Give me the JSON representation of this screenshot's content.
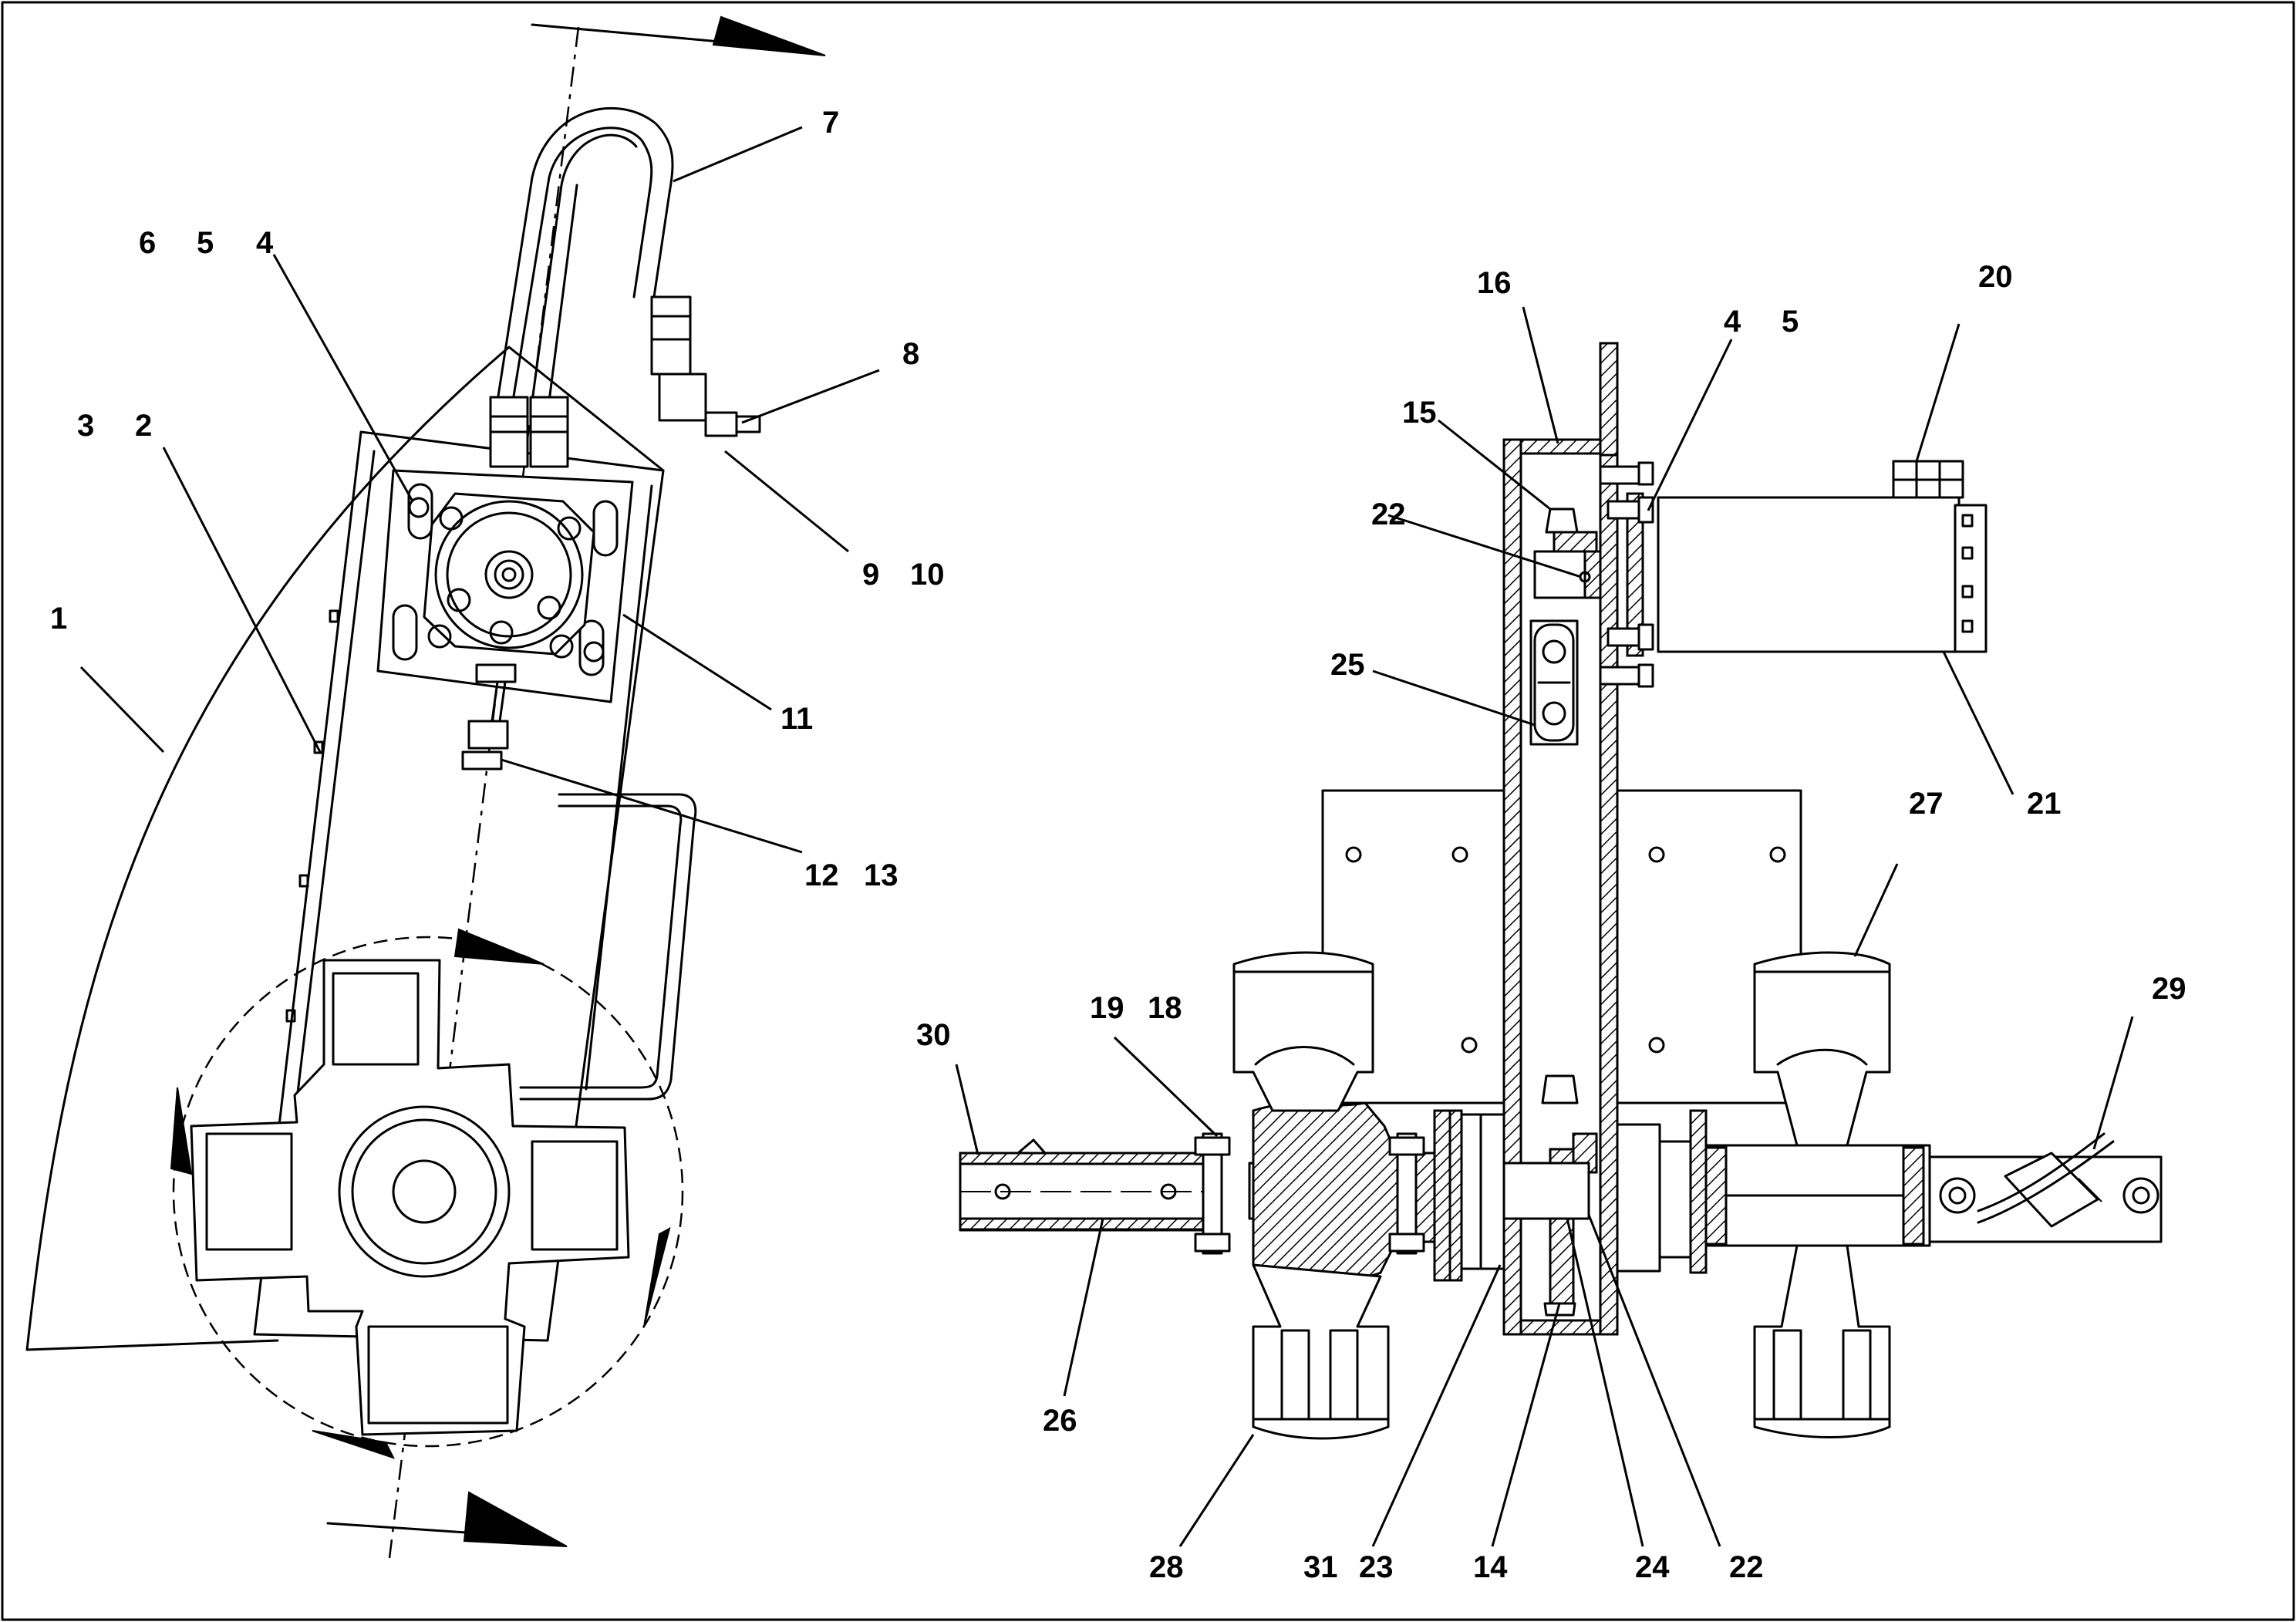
{
  "drawing": {
    "border_color": "#000000",
    "background": "#ffffff",
    "callouts": [
      {
        "id": "c1",
        "text": "1"
      },
      {
        "id": "c2",
        "text": "2"
      },
      {
        "id": "c3",
        "text": "3"
      },
      {
        "id": "c4a",
        "text": "4"
      },
      {
        "id": "c5a",
        "text": "5"
      },
      {
        "id": "c6",
        "text": "6"
      },
      {
        "id": "c7",
        "text": "7"
      },
      {
        "id": "c8",
        "text": "8"
      },
      {
        "id": "c9",
        "text": "9"
      },
      {
        "id": "c10",
        "text": "10"
      },
      {
        "id": "c11",
        "text": "11"
      },
      {
        "id": "c12",
        "text": "12"
      },
      {
        "id": "c13",
        "text": "13"
      },
      {
        "id": "c14",
        "text": "14"
      },
      {
        "id": "c15",
        "text": "15"
      },
      {
        "id": "c16",
        "text": "16"
      },
      {
        "id": "c4b",
        "text": "4"
      },
      {
        "id": "c5b",
        "text": "5"
      },
      {
        "id": "c18",
        "text": "18"
      },
      {
        "id": "c19",
        "text": "19"
      },
      {
        "id": "c20",
        "text": "20"
      },
      {
        "id": "c21",
        "text": "21"
      },
      {
        "id": "c22a",
        "text": "22"
      },
      {
        "id": "c22b",
        "text": "22"
      },
      {
        "id": "c23",
        "text": "23"
      },
      {
        "id": "c24",
        "text": "24"
      },
      {
        "id": "c25",
        "text": "25"
      },
      {
        "id": "c26",
        "text": "26"
      },
      {
        "id": "c27",
        "text": "27"
      },
      {
        "id": "c28",
        "text": "28"
      },
      {
        "id": "c29",
        "text": "29"
      },
      {
        "id": "c30",
        "text": "30"
      },
      {
        "id": "c31",
        "text": "31"
      }
    ]
  }
}
